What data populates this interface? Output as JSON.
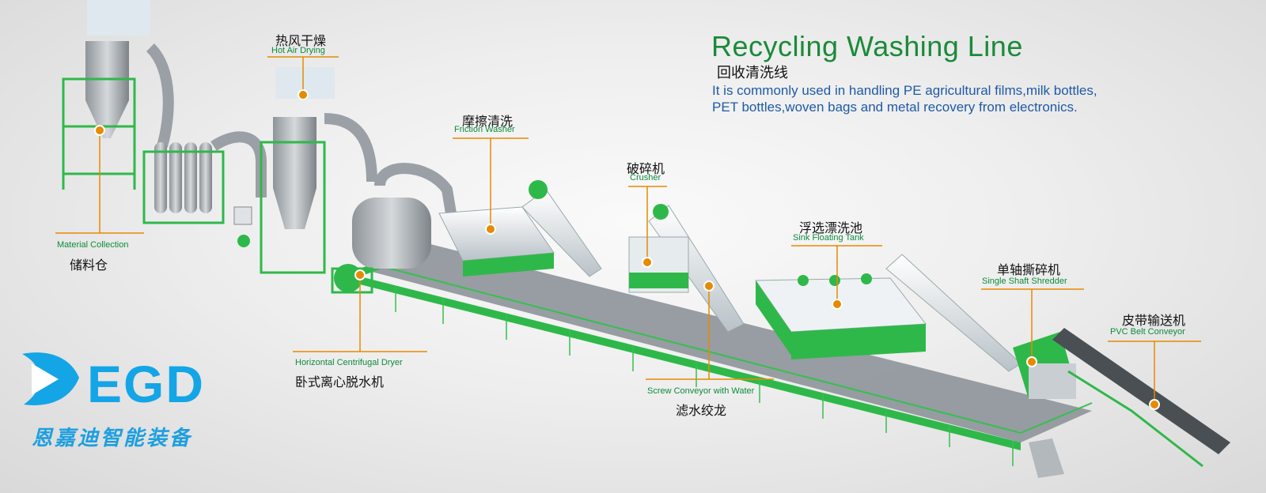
{
  "title": "Recycling Washing Line",
  "subtitle": "回收清洗线",
  "description_line1": "It is commonly used in handling PE agricultural films,milk bottles,",
  "description_line2": "PET bottles,woven bags and metal recovery from electronics.",
  "logo": {
    "name": "EGD",
    "cn_name": "恩嘉迪智能装备",
    "color": "#14a5e6"
  },
  "accent_green": "#1a8a3a",
  "machines": [
    {
      "cn": "储料仓",
      "en": "Material Collection"
    },
    {
      "cn": "热风干燥",
      "en": "Hot Air Drying"
    },
    {
      "cn": "卧式离心脱水机",
      "en": "Horizontal Centrifugal Dryer"
    },
    {
      "cn": "摩擦清洗",
      "en": "Friction Washer"
    },
    {
      "cn": "破碎机",
      "en": "Crusher"
    },
    {
      "cn": "滤水绞龙",
      "en": "Screw Conveyor with Water"
    },
    {
      "cn": "浮选漂洗池",
      "en": "Sink Floating Tank"
    },
    {
      "cn": "单轴撕碎机",
      "en": "Single Shaft Shredder"
    },
    {
      "cn": "皮带输送机",
      "en": "PVC Belt Conveyor"
    }
  ]
}
